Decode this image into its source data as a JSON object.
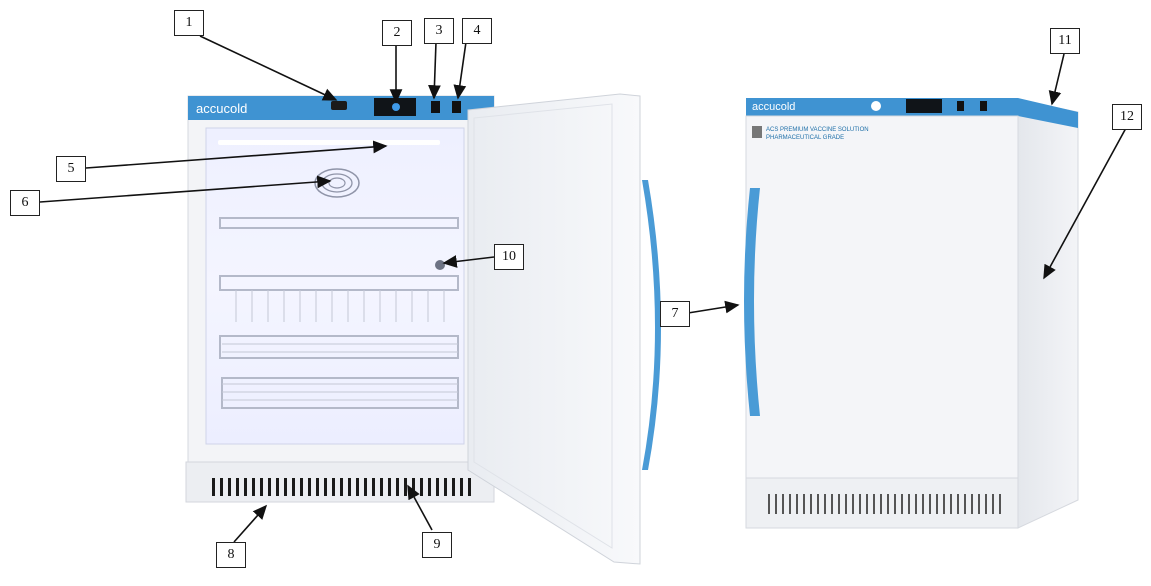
{
  "brand": {
    "name": "accucold",
    "panel_text_1": "ACS PREMIUM VACCINE SOLUTION",
    "panel_text_2": "PHARMACEUTICAL GRADE",
    "accent_color": "#3f93d2"
  },
  "callouts": [
    {
      "id": "1",
      "label": "1"
    },
    {
      "id": "2",
      "label": "2"
    },
    {
      "id": "3",
      "label": "3"
    },
    {
      "id": "4",
      "label": "4"
    },
    {
      "id": "5",
      "label": "5"
    },
    {
      "id": "6",
      "label": "6"
    },
    {
      "id": "7",
      "label": "7"
    },
    {
      "id": "8",
      "label": "8"
    },
    {
      "id": "9",
      "label": "9"
    },
    {
      "id": "10",
      "label": "10"
    },
    {
      "id": "11",
      "label": "11"
    },
    {
      "id": "12",
      "label": "12"
    }
  ]
}
